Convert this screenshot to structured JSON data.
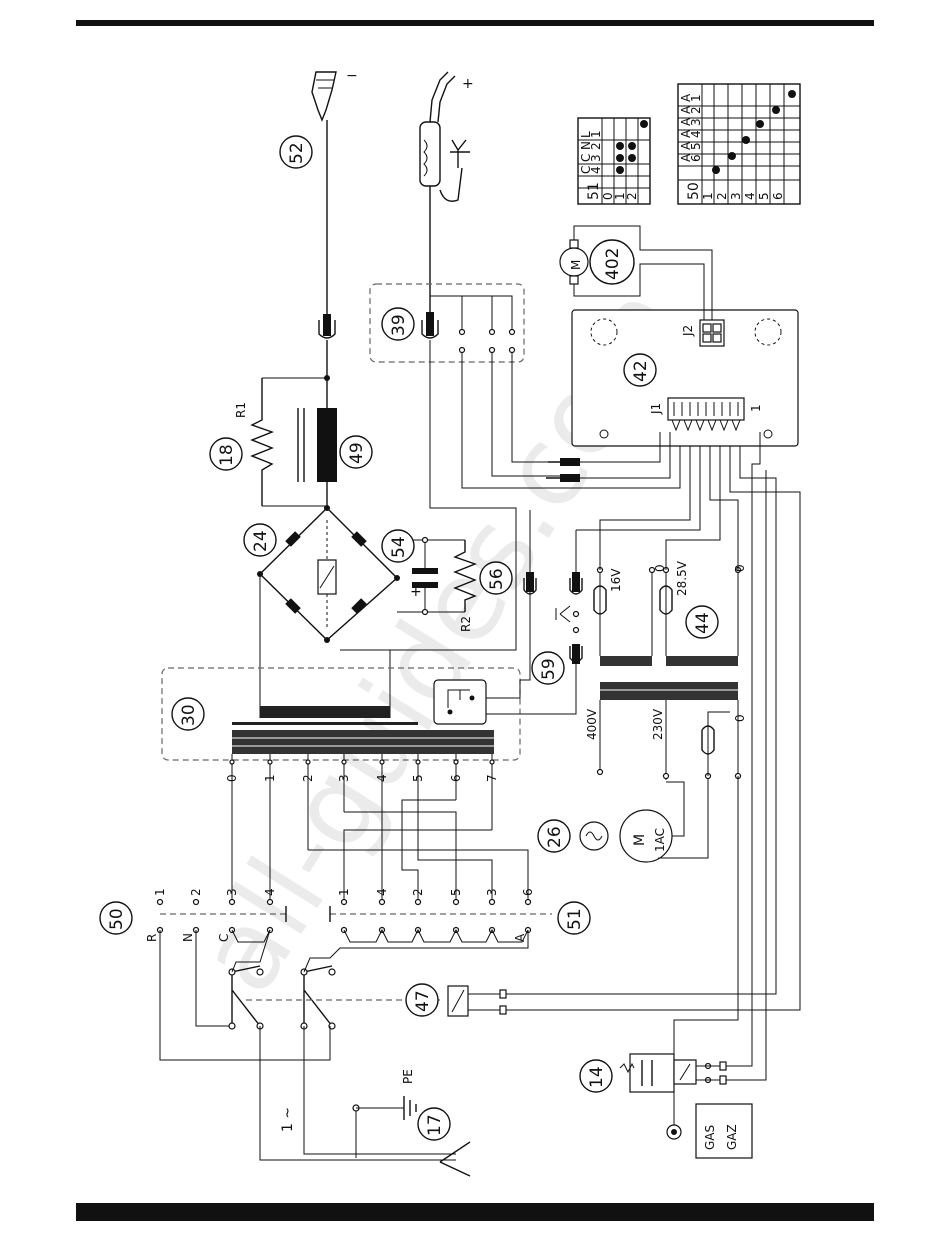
{
  "watermark": "all-guides.com",
  "callouts": [
    {
      "id": "c52",
      "label": "52"
    },
    {
      "id": "c39",
      "label": "39"
    },
    {
      "id": "c18",
      "label": "18"
    },
    {
      "id": "c49",
      "label": "49"
    },
    {
      "id": "c24",
      "label": "24"
    },
    {
      "id": "c54",
      "label": "54"
    },
    {
      "id": "c56",
      "label": "56"
    },
    {
      "id": "c30",
      "label": "30"
    },
    {
      "id": "c59",
      "label": "59"
    },
    {
      "id": "c44",
      "label": "44"
    },
    {
      "id": "c42",
      "label": "42"
    },
    {
      "id": "c402",
      "label": "402"
    },
    {
      "id": "c26",
      "label": "26"
    },
    {
      "id": "c50",
      "label": "50"
    },
    {
      "id": "c51",
      "label": "51"
    },
    {
      "id": "c47",
      "label": "47"
    },
    {
      "id": "c14",
      "label": "14"
    },
    {
      "id": "c17",
      "label": "17"
    }
  ],
  "labels": {
    "minus": "−",
    "plus": "+",
    "r1": "R1",
    "r2": "R2",
    "cap_plus": "+",
    "j1": "J1",
    "j2": "J2",
    "one": "1",
    "pe": "PE",
    "ac": "1 ~",
    "v16": "16V",
    "v28": "28.5V",
    "v400": "400V",
    "v230": "230V",
    "zero": "0",
    "motor_m": "M",
    "motor_1ac": "1AC",
    "motor402": "M",
    "gas": "GAS",
    "gaz": "GAZ"
  },
  "transformer_taps": [
    "0",
    "1",
    "2",
    "3",
    "4",
    "5",
    "6",
    "7"
  ],
  "switch50_top": [
    "1",
    "2",
    "3",
    "4"
  ],
  "switch50_bottom": [
    "R",
    "N",
    "C"
  ],
  "switch51_top": [
    "1",
    "4",
    "2",
    "5",
    "3",
    "6"
  ],
  "switch51_bottom": [
    "A"
  ],
  "table51": {
    "title": "51",
    "header": [
      "L",
      "N",
      "C",
      "C"
    ],
    "header2": [
      "1",
      "2",
      "3",
      "4"
    ],
    "rows": [
      "0",
      "1",
      "2"
    ]
  },
  "table50": {
    "title": "50",
    "header": [
      "A",
      "A",
      "A",
      "A",
      "A",
      "A"
    ],
    "header2": [
      "1",
      "2",
      "3",
      "4",
      "5",
      "6"
    ],
    "rows": [
      "1",
      "2",
      "3",
      "4",
      "5",
      "6"
    ]
  }
}
